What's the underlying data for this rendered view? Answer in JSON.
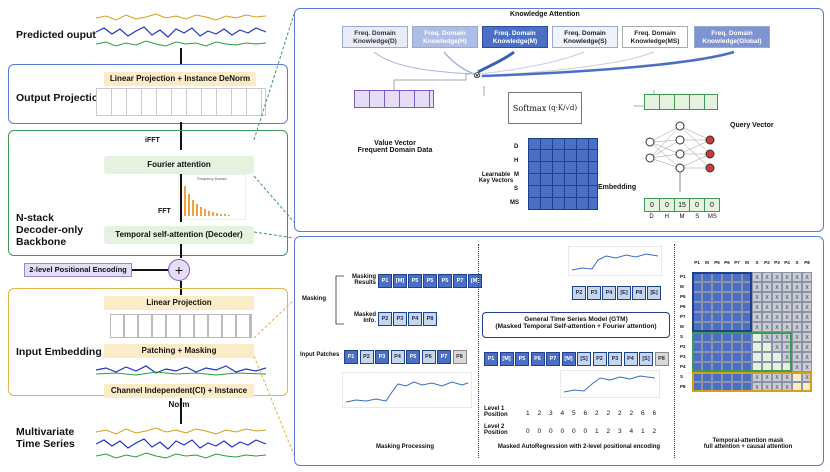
{
  "left": {
    "predicted_output": "Predicted ouput",
    "output_projection": "Output Projection",
    "linear_denorm": "Linear Projection + Instance DeNorm",
    "ifft": "iFFT",
    "fourier_attention": "Fourier attention",
    "fft": "FFT",
    "freq_plot_title": "Frequency Domain",
    "backbone": "N-stack\nDecoder-only\nBackbone",
    "temporal_self_attention": "Temporal self-attention (Decoder)",
    "positional_encoding": "2-level Positional Encoding",
    "plus": "+",
    "input_embedding": "Input Embedding",
    "linear_projection": "Linear Projection",
    "patching_masking": "Patching + Masking",
    "channel_independent": "Channel Independent(CI) + Instance Norm",
    "multivariate": "Multivariate\nTime Series"
  },
  "knowledge": {
    "title": "Knowledge Attention",
    "boxes": [
      "Freq. Domain\nKnowledge(D)",
      "Freq. Domain\nKnowledge(H)",
      "Freq. Domain\nKnowledge(M)",
      "Freq. Domain\nKnowledge(S)",
      "Freq. Domain\nKnowledge(MS)",
      "Freq. Domain\nKnowledge(Global)"
    ],
    "otimes": "⊗",
    "softmax": "Softmax",
    "softmax_num": "q",
    "value_vector": "Value Vector\nFrequent Domain Data",
    "learnable_keys": "Learnable\nKey Vectors",
    "key_rows": [
      "D",
      "H",
      "M",
      "S",
      "MS"
    ],
    "query_vector": "Query Vector",
    "embedding": "Embedding",
    "emb_values": [
      "0",
      "0",
      "15",
      "0",
      "0"
    ],
    "emb_labels": [
      "D",
      "H",
      "M",
      "S",
      "MS"
    ]
  },
  "bottom": {
    "masking_results": "Masking\nResults",
    "masking": "Masking",
    "masked_info": "Masked\nInfo.",
    "input_patches": "Input Patches",
    "row_results": [
      "P1",
      "[M]",
      "P5",
      "P5",
      "P5",
      "P7",
      "[M]"
    ],
    "row_masked": [
      "P2",
      "P3",
      "P4",
      "P8"
    ],
    "row_input": [
      "P1",
      "P2",
      "P3",
      "P4",
      "P5",
      "P6",
      "P7",
      "P8"
    ],
    "masking_processing": "Masking Processing",
    "gtm_top_row": [
      "P2",
      "P3",
      "P4",
      "[E]",
      "P8",
      "[E]"
    ],
    "gtm_title": "General Time Series Model (GTM)",
    "gtm_sub": "(Masked Temporal Self-attention + Fourier attention)",
    "gtm_bottom_row": [
      "P1",
      "[M]",
      "P5",
      "P6",
      "P7",
      "[M]",
      "[S]",
      "P2",
      "P3",
      "P4",
      "[S]",
      "P8"
    ],
    "level1_label": "Level 1\nPosition",
    "level1_values": [
      "1",
      "2",
      "3",
      "4",
      "5",
      "6",
      "2",
      "2",
      "2",
      "2",
      "6",
      "6"
    ],
    "level2_label": "Level 2\nPosition",
    "level2_values": [
      "0",
      "0",
      "0",
      "0",
      "0",
      "0",
      "1",
      "2",
      "3",
      "4",
      "1",
      "2"
    ],
    "masked_ar": "Masked AutoRegression with 2-level positional encoding",
    "mask_cols": [
      "P1",
      "M",
      "P5",
      "P6",
      "P7",
      "M",
      "S",
      "P2",
      "P3",
      "P4",
      "S",
      "P8"
    ],
    "mask_rows": [
      "P1",
      "M",
      "P5",
      "P6",
      "P7",
      "M",
      "S",
      "P2",
      "P3",
      "P4",
      "S",
      "P8"
    ],
    "mask_x": "X",
    "temporal_mask": "Temporal-attention mask\nfull attention + causal attention"
  }
}
